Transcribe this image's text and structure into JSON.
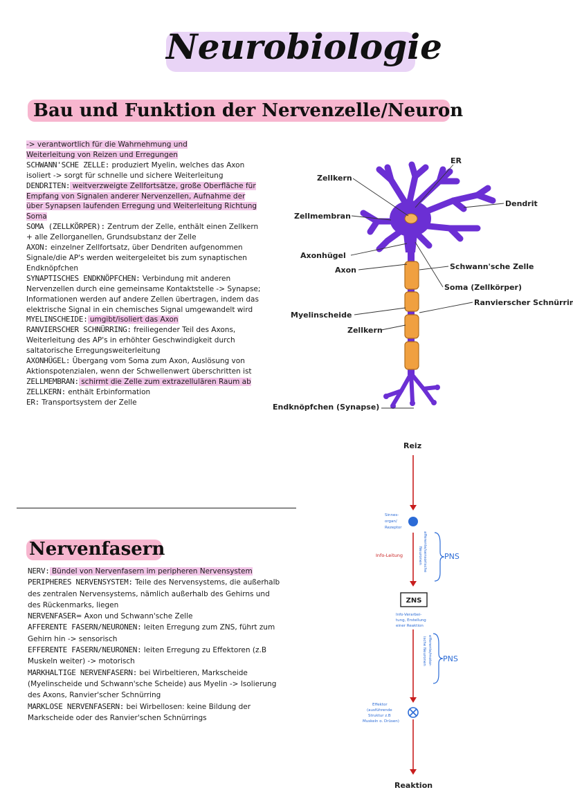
{
  "title": "Neurobiologie",
  "subtitle": "Bau und Funktion der Nervenzelle/Neuron",
  "definitions": {
    "intro1": "-> verantwortlich für die Wahrnehmung und",
    "intro2": "Weiterleitung von Reizen und Erregungen",
    "schwann_term": "SCHWANN'SCHE ZELLE:",
    "schwann_text": " produziert Myelin, welches das Axon isoliert -> sorgt für schnelle und sichere Weiterleitung",
    "dendriten_term": "DENDRITEN:",
    "dendriten_text": " weitverzweigte Zellfortsätze, große Oberfläche für Empfang von Signalen anderer Nervenzellen, Aufnahme der über Synapsen laufenden Erregung und Weiterleitung Richtung Soma",
    "soma_term": "SOMA (ZELLKÖRPER):",
    "soma_text": " Zentrum der Zelle, enthält einen Zellkern + alle Zellorganellen, Grundsubstanz der Zelle",
    "axon_term": "AXON:",
    "axon_text": " einzelner Zellfortsatz, über Dendriten aufgenommen Signale/die AP's werden weitergeleitet bis zum synaptischen Endknöpfchen",
    "endknopf_term": "SYNAPTISCHES ENDKNÖPFCHEN:",
    "endknopf_text": " Verbindung mit anderen Nervenzellen durch eine gemeinsame Kontaktstelle -> Synapse; Informationen werden auf andere Zellen übertragen, indem das elektrische Signal in ein chemisches Signal umgewandelt wird",
    "myelin_term": "MYELINSCHEIDE:",
    "myelin_text": " umgibt/isoliert das Axon",
    "ranvier_term": "RANVIERSCHER SCHNÜRRING:",
    "ranvier_text": " freiliegender Teil des Axons, Weiterleitung des AP's in erhöhter Geschwindigkeit durch saltatorische Erregungsweiterleitung",
    "axonhuegel_term": "AXONHÜGEL:",
    "axonhuegel_text": " Übergang vom Soma zum Axon, Auslösung von Aktionspotenzialen, wenn der Schwellenwert überschritten ist",
    "zellmembran_term": "ZELLMEMBRAN:",
    "zellmembran_text": " schirmt die Zelle zum extrazellulären Raum ab",
    "zellkern_term": "ZELLKERN:",
    "zellkern_text": " enthält Erbinformation",
    "er_term": "ER:",
    "er_text": " Transportsystem der Zelle"
  },
  "diagram_labels": {
    "er": "ER",
    "zellkern_top": "Zellkern",
    "dendrit": "Dendrit",
    "zellmembran": "Zellmembran",
    "axonhuegel": "Axonhügel",
    "axon": "Axon",
    "schwann": "Schwann'sche Zelle",
    "soma": "Soma (Zellkörper)",
    "ranvier": "Ranvierscher Schnürring",
    "myelinscheide": "Myelinscheide",
    "zellkern_bottom": "Zellkern",
    "endknoepfchen": "Endknöpfchen (Synapse)"
  },
  "nervenfasern": {
    "title": "Nervenfasern",
    "nerv_term": "NERV:",
    "nerv_text": " Bündel von Nervenfasern im peripheren Nervensystem",
    "pns_term": "PERIPHERES NERVENSYSTEM:",
    "pns_text": " Teile des Nervensystems, die außerhalb des zentralen Nervensystems, nämlich außerhalb des Gehirns und des Rückenmarks, liegen",
    "faser_term": "NERVENFASER",
    "faser_text": "= Axon und Schwann'sche Zelle",
    "afferent_term": "AFFERENTE FASERN/NEURONEN:",
    "afferent_text": " leiten Erregung zum ZNS, führt zum Gehirn hin -> sensorisch",
    "efferent_term": "EFFERENTE FASERN/NEURONEN:",
    "efferent_text": " leiten Erregung zu Effektoren (z.B Muskeln weiter) -> motorisch",
    "markhaltig_term": "MARKHALTIGE NERVENFASERN:",
    "markhaltig_text": " bei Wirbeltieren, Markscheide (Myelinscheide und Schwann'sche Scheide) aus Myelin -> Isolierung des Axons, Ranvier'scher Schnürring",
    "marklos_term": "MARKLOSE NERVENFASERN:",
    "marklos_text": " bei Wirbellosen: keine Bildung der Markscheide oder des Ranvier'schen Schnürrings"
  },
  "flow": {
    "reiz": "Reiz",
    "sinnesorgan_1": "Sinnes-",
    "sinnesorgan_2": "organ/",
    "sinnesorgan_3": "Rezeptor",
    "info_leitung": "Info-Leitung",
    "afferent_1": "afferente/sensorische",
    "afferent_2": "Neuronen",
    "pns_top": "PNS",
    "zns": "ZNS",
    "verarb_1": "Info-Verarbei-",
    "verarb_2": "tung, Erstellung",
    "verarb_3": "einer Reaktion",
    "efferent_1": "efferente/motor-",
    "efferent_2": "ische Neuronen",
    "pns_bottom": "PNS",
    "effektor_1": "Effektor",
    "effektor_2": "(ausführende",
    "effektor_3": "Struktur z.B",
    "effektor_4": "Muskeln o. Drüsen)",
    "reaktion": "Reaktion"
  },
  "colors": {
    "neuron_purple": "#6b2fd4",
    "myelin_orange": "#f0a040",
    "arrow_red": "#c81e1e",
    "flow_blue": "#2b6bd6",
    "highlight_pink": "#f2c6e8",
    "title_highlight": "#e9d4f6"
  }
}
